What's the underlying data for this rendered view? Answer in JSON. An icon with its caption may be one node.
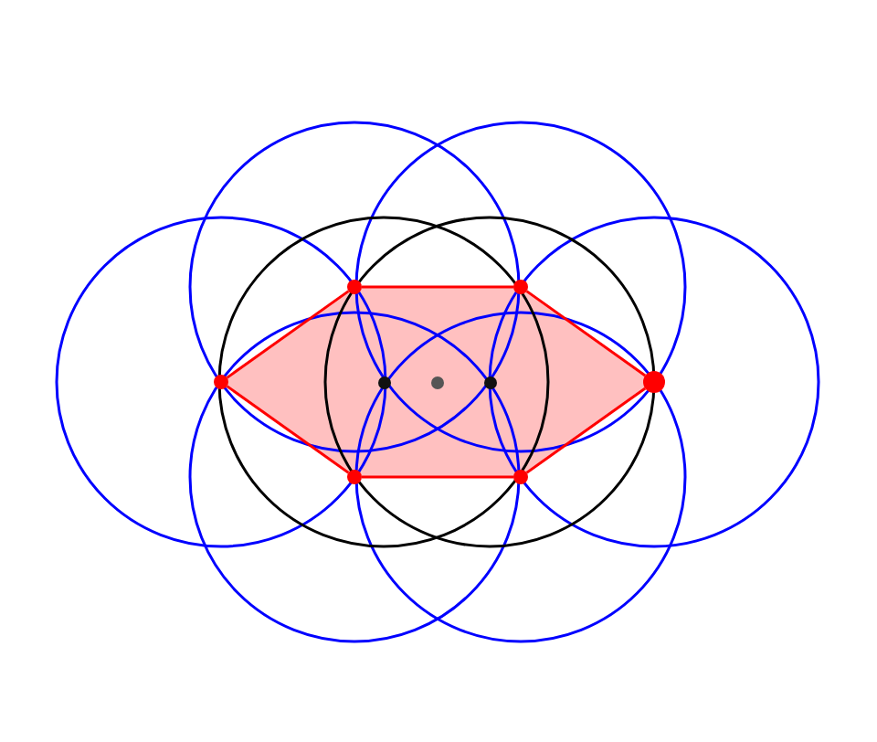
{
  "diagram": {
    "nodes": [
      {
        "text": [],
        "shape": "circle"
      },
      {
        "text": [],
        "shape": "circle"
      },
      {
        "text": [],
        "shape": "circle"
      },
      {
        "text": [],
        "shape": "circle"
      },
      {
        "text": [],
        "shape": "circle"
      },
      {
        "text": [],
        "shape": "circle"
      },
      {
        "text": [],
        "shape": "circle"
      },
      {
        "text": [],
        "shape": "circle"
      },
      {
        "text": [],
        "shape": "circle"
      }
    ],
    "edges": [
      {
        "from": 0,
        "to": 1,
        "arrow": "none"
      },
      {
        "from": 1,
        "to": 6,
        "arrow": "none"
      },
      {
        "from": 6,
        "to": 8,
        "arrow": "none"
      },
      {
        "from": 8,
        "to": 7,
        "arrow": "none"
      },
      {
        "from": 7,
        "to": 2,
        "arrow": "none"
      },
      {
        "from": 2,
        "to": 0,
        "arrow": "none"
      }
    ]
  }
}
